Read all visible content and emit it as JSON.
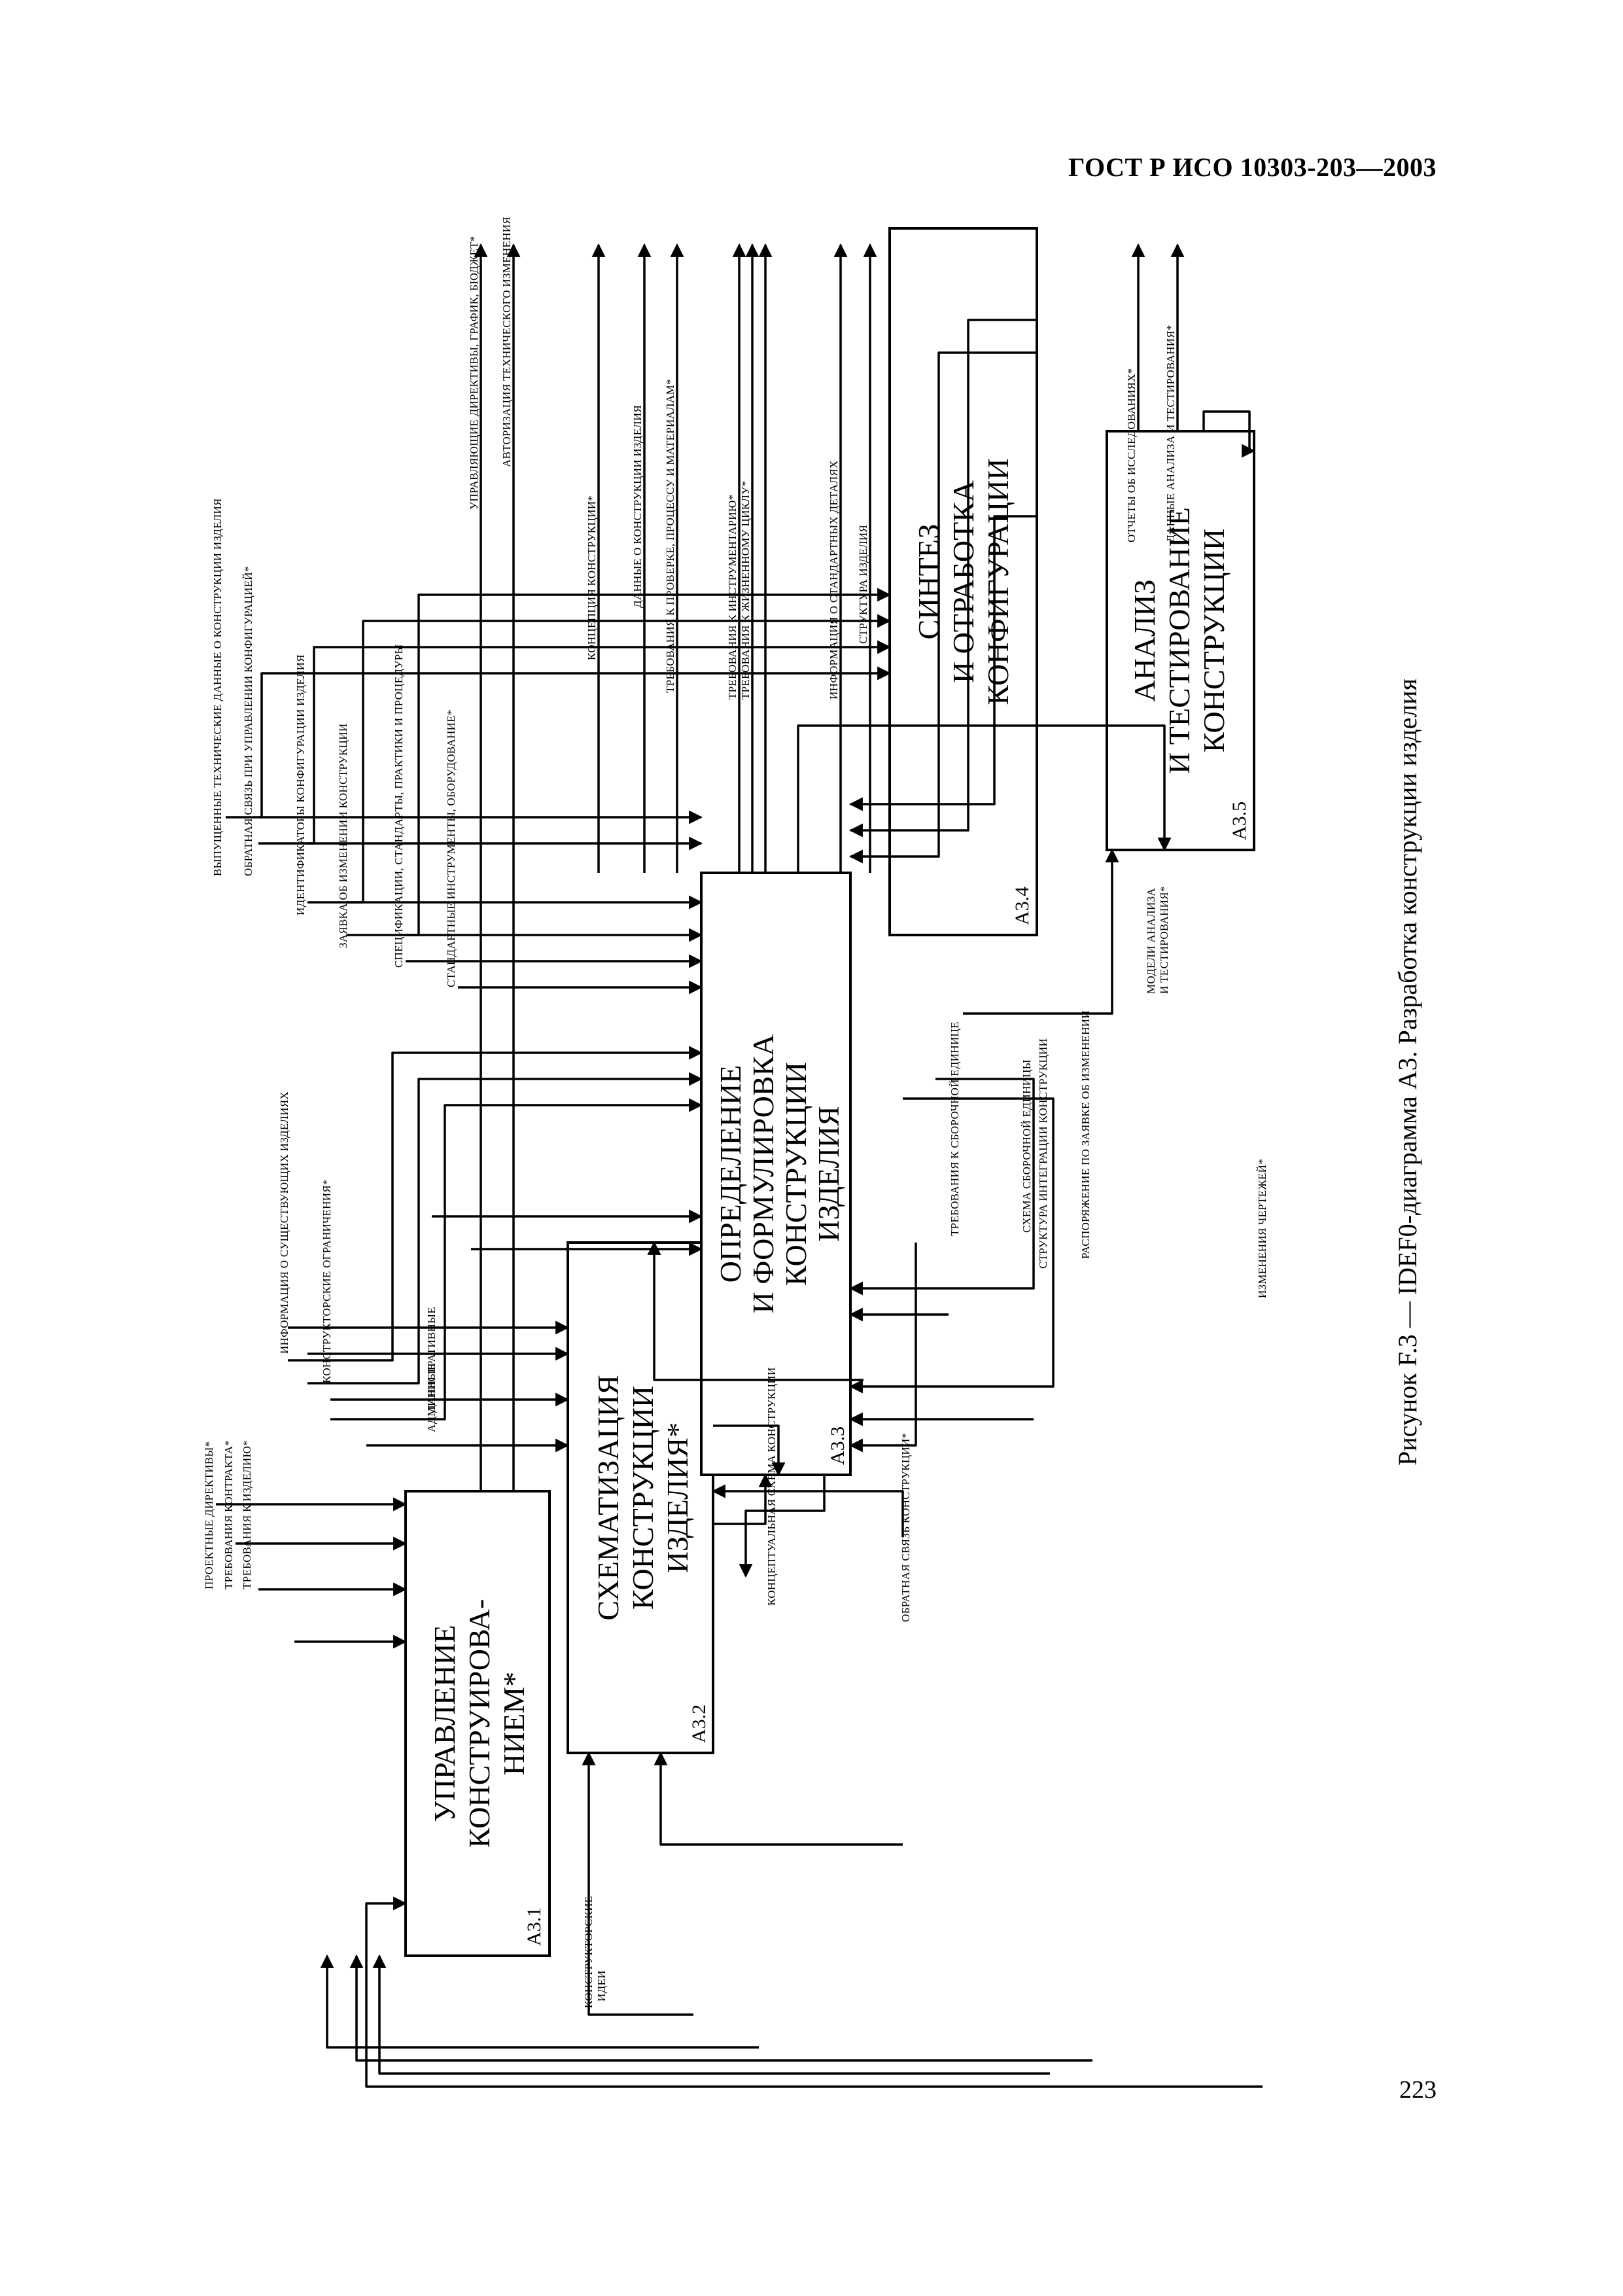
{
  "header": {
    "standard": "ГОСТ Р ИСО 10303-203—2003",
    "page_number": "223"
  },
  "caption": "Рисунок F.3 — IDEF0-диаграмма А3. Разработка конструкции изделия",
  "boxes": [
    {
      "lines": [
        "УПРАВЛЕНИЕ",
        "КОНСТРУИРОВА-",
        "НИЕМ*"
      ],
      "number": "А3.1"
    },
    {
      "lines": [
        "СХЕМАТИЗАЦИЯ",
        "КОНСТРУКЦИИ",
        "ИЗДЕЛИЯ*"
      ],
      "number": "А3.2"
    },
    {
      "lines": [
        "ОПРЕДЕЛЕНИЕ",
        "И ФОРМУЛИРОВКА",
        "КОНСТРУКЦИИ",
        "ИЗДЕЛИЯ"
      ],
      "number": "А3.3"
    },
    {
      "lines": [
        "СИНТЕЗ",
        "И ОТРАБОТКА",
        "КОНФИГУРАЦИИ"
      ],
      "number": "А3.4"
    },
    {
      "lines": [
        "АНАЛИЗ",
        "И ТЕСТИРОВАНИЕ",
        "КОНСТРУКЦИИ"
      ],
      "number": "А3.5"
    }
  ],
  "controls": [
    "ПРОЕКТНЫЕ ДИРЕКТИВЫ*",
    "ТРЕБОВАНИЯ КОНТРАКТА*",
    "ТРЕБОВАНИЯ К ИЗДЕЛИЮ*",
    "ИНФОРМАЦИЯ О СУЩЕСТВУЮЩИХ ИЗДЕЛИЯХ",
    "КОНСТРУКТОРСКИЕ ОГРАНИЧЕНИЯ*",
    "АДМИНИСТРАТИВНЫЕ",
    "ДАННЫЕ",
    "ВЫПУЩЕННЫЕ ТЕХНИЧЕСКИЕ ДАННЫЕ О КОНСТРУКЦИИ ИЗДЕЛИЯ",
    "ОБРАТНАЯ СВЯЗЬ ПРИ УПРАВЛЕНИИ КОНФИГУРАЦИЕЙ*",
    "ИДЕНТИФИКАТОРЫ КОНФИГУРАЦИИ ИЗДЕЛИЯ",
    "ЗАЯВКА ОБ ИЗМЕНЕНИИ КОНСТРУКЦИИ",
    "СПЕЦИФИКАЦИИ, СТАНДАРТЫ, ПРАКТИКИ И ПРОЦЕДУРЫ",
    "СТАНДАРТНЫЕ ИНСТРУМЕНТЫ, ОБОРУДОВАНИЕ*"
  ],
  "outputs": [
    "УПРАВЛЯЮЩИЕ ДИРЕКТИВЫ, ГРАФИК, БЮДЖЕТ*",
    "АВТОРИЗАЦИЯ ТЕХНИЧЕСКОГО ИЗМЕНЕНИЯ",
    "КОНЦЕПЦИЯ КОНСТРУКЦИИ*",
    "ДАННЫЕ О КОНСТРУКЦИИ ИЗДЕЛИЯ",
    "ТРЕБОВАНИЯ К ПРОВЕРКЕ, ПРОЦЕССУ И МАТЕРИАЛАМ*",
    "ТРЕБОВАНИЯ К ИНСТРУМЕНТАРИЮ*",
    "ТРЕБОВАНИЯ К ЖИЗНЕННОМУ ЦИКЛУ*",
    "ИНФОРМАЦИЯ О СТАНДАРТНЫХ ДЕТАЛЯХ",
    "СТРУКТУРА ИЗДЕЛИЯ",
    "ОТЧЕТЫ ОБ ИССЛЕДОВАНИЯХ*",
    "ДАННЫЕ АНАЛИЗА И ТЕСТИРОВАНИЯ*"
  ],
  "inputs": [
    "КОНСТРУКТОРСКИЕ",
    "ИДЕИ"
  ],
  "internal": [
    "КОНЦЕПТУАЛЬНАЯ СХЕМА КОНСТРУКЦИИ",
    "ОБРАТНАЯ СВЯЗЬ КОНСТРУКЦИИ*",
    "ТРЕБОВАНИЯ К СБОРОЧНОЙ ЕДИНИЦЕ",
    "СХЕМА СБОРОЧНОЙ ЕДИНИЦЫ",
    "СТРУКТУРА ИНТЕГРАЦИИ КОНСТРУКЦИИ",
    "РАСПОРЯЖЕНИЕ ПО ЗАЯВКЕ ОБ ИЗМЕНЕНИИ",
    "ИЗМЕНЕНИЯ ЧЕРТЕЖЕЙ*",
    "МОДЕЛИ АНАЛИЗА",
    "И ТЕСТИРОВАНИЯ*"
  ]
}
